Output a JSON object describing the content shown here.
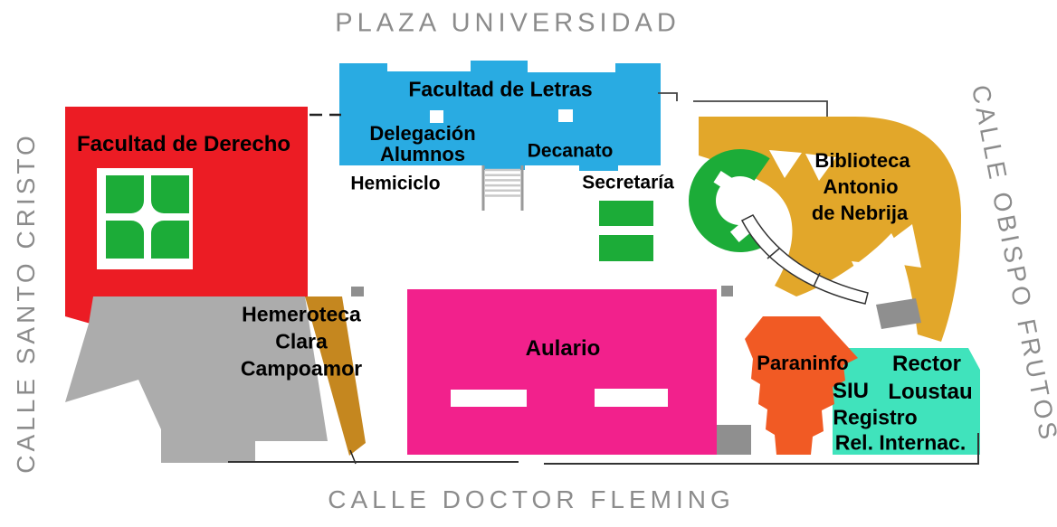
{
  "streets": {
    "top": "PLAZA UNIVERSIDAD",
    "left": "CALLE SANTO CRISTO",
    "right": "CALLE OBISPO FRUTOS",
    "bottom": "CALLE DOCTOR FLEMING"
  },
  "buildings": {
    "derecho": {
      "label": "Facultad de Derecho",
      "color": "#EC1C24"
    },
    "letras": {
      "label": "Facultad de Letras",
      "color": "#29ABE2",
      "delegacion_line1": "Delegación",
      "delegacion_line2": "Alumnos",
      "decanato": "Decanato"
    },
    "hemiciclo": {
      "label": "Hemiciclo"
    },
    "secretaria": {
      "label": "Secretaría"
    },
    "biblioteca": {
      "line1": "Biblioteca",
      "line2": "Antonio",
      "line3": "de Nebrija",
      "color": "#E2A72A"
    },
    "hemeroteca": {
      "line1": "Hemeroteca",
      "line2": "Clara",
      "line3": "Campoamor",
      "color": "#C5871F"
    },
    "aulario": {
      "label": "Aulario",
      "color": "#F2218C"
    },
    "paraninfo": {
      "label": "Paraninfo",
      "color": "#F15A24"
    },
    "rectorado": {
      "color": "#40E3BC",
      "rector": "Rector",
      "siu": "SIU",
      "loustau": "Loustau",
      "registro": "Registro",
      "rel_internac": "Rel. Internac."
    }
  },
  "colors": {
    "green": "#1CAC38",
    "parking_gray": "#ACACAC",
    "block_gray": "#8F8F8F",
    "street_text": "#8C8C8C",
    "outline": "#333333"
  }
}
